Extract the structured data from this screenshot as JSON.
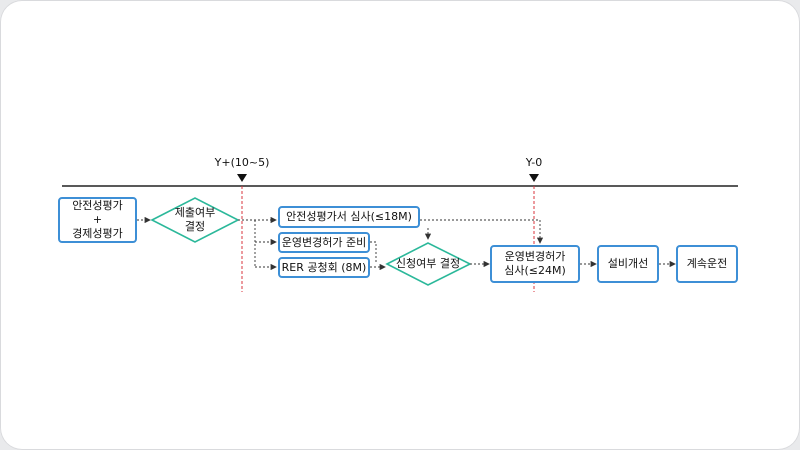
{
  "markers": [
    {
      "id": "m1",
      "label": "Y+(10~5)"
    },
    {
      "id": "m2",
      "label": "Y-0"
    }
  ],
  "nodes": {
    "eval_start": {
      "label": "안전성평가\n+\n경제성평가"
    },
    "submit_decision": {
      "label": "제출여부\n결정"
    },
    "safety_review": {
      "label": "안전성평가서 심사(≤18M)"
    },
    "oplicense_prep": {
      "label": "운영변경허가 준비"
    },
    "rer_hearing": {
      "label": "RER 공청회 (8M)"
    },
    "apply_decision": {
      "label": "신청여부 결정"
    },
    "oplicense_review": {
      "label": "운영변경허가\n심사(≤24M)"
    },
    "facility_improve": {
      "label": "설비개선"
    },
    "continued_op": {
      "label": "계속운전"
    }
  },
  "colors": {
    "box_border": "#3d8fd6",
    "diamond_border": "#2bb89a",
    "marker_line": "#d9363e",
    "timeline": "#222222",
    "arrow": "#333333"
  }
}
